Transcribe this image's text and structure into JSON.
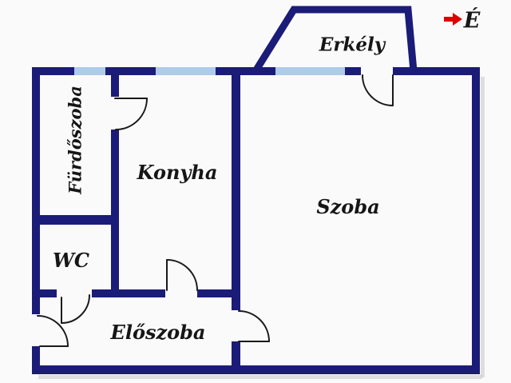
{
  "compass": {
    "label": "É"
  },
  "rooms": {
    "erkely": {
      "label": "Erkély"
    },
    "furdoszoba": {
      "label": "Fürdőszoba"
    },
    "konyha": {
      "label": "Konyha"
    },
    "szoba": {
      "label": "Szoba"
    },
    "wc": {
      "label": "WC"
    },
    "eloszoba": {
      "label": "Előszoba"
    }
  },
  "colors": {
    "wall": "#1b1b78",
    "window": "#aecbea",
    "door_line": "#1a1a1a",
    "north_arrow": "#dd0000",
    "background": "#fafafa",
    "text": "#161616"
  }
}
